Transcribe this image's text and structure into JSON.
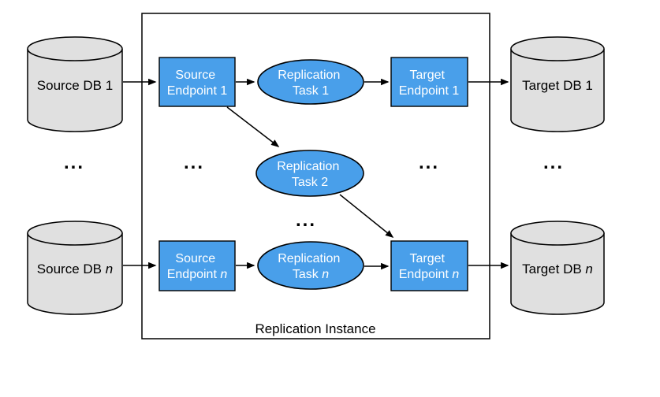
{
  "colors": {
    "shape_blue": "#499FEA",
    "db_gray": "#E0E0E0",
    "outline": "#000000",
    "text_on_blue": "#FFFFFF",
    "text_dark": "#000000",
    "background": "#FFFFFF"
  },
  "container": {
    "label": "Replication Instance"
  },
  "nodes": {
    "source_db_1": {
      "label": "Source DB 1"
    },
    "source_db_n": {
      "label_prefix": "Source DB ",
      "label_italic": "n"
    },
    "source_endpoint_1": {
      "line1": "Source",
      "line2": "Endpoint 1"
    },
    "source_endpoint_n": {
      "line1": "Source",
      "line2_prefix": "Endpoint ",
      "line2_italic": "n"
    },
    "replication_task_1": {
      "line1": "Replication",
      "line2": "Task 1"
    },
    "replication_task_2": {
      "line1": "Replication",
      "line2": "Task 2"
    },
    "replication_task_n": {
      "line1": "Replication",
      "line2_prefix": "Task ",
      "line2_italic": "n"
    },
    "target_endpoint_1": {
      "line1": "Target",
      "line2": "Endpoint 1"
    },
    "target_endpoint_n": {
      "line1": "Target",
      "line2_prefix": "Endpoint ",
      "line2_italic": "n"
    },
    "target_db_1": {
      "label": "Target DB 1"
    },
    "target_db_n": {
      "label_prefix": "Target DB ",
      "label_italic": "n"
    }
  },
  "ellipsis": "..."
}
